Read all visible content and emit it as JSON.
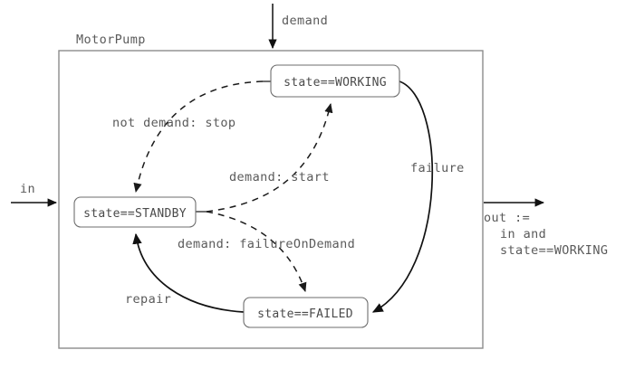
{
  "diagram": {
    "type": "state-machine",
    "title": "MotorPump",
    "container_label": "MotorPump",
    "colors": {
      "background": "#ffffff",
      "frame_stroke": "#8c8c8c",
      "state_stroke": "#6e6e6e",
      "text": "#5a5a5a",
      "solid_edge": "#111111",
      "dashed_edge": "#1a1a1a"
    },
    "states": [
      {
        "id": "working",
        "label": "state==WORKING"
      },
      {
        "id": "standby",
        "label": "state==STANDBY"
      },
      {
        "id": "failed",
        "label": "state==FAILED"
      }
    ],
    "transitions": [
      {
        "id": "stop",
        "from": "working",
        "to": "standby",
        "label": "not demand: stop",
        "style": "dashed"
      },
      {
        "id": "start",
        "from": "standby",
        "to": "working",
        "label": "demand: start",
        "style": "dashed"
      },
      {
        "id": "failure_on_demand",
        "from": "standby",
        "to": "failed",
        "label": "demand: failureOnDemand",
        "style": "dashed"
      },
      {
        "id": "failure",
        "from": "working",
        "to": "failed",
        "label": "failure",
        "style": "solid"
      },
      {
        "id": "repair",
        "from": "failed",
        "to": "standby",
        "label": "repair",
        "style": "solid"
      }
    ],
    "ports": {
      "demand_input": "demand",
      "in_input": "in",
      "out_output_line1": "out :=",
      "out_output_line2": "in and",
      "out_output_line3": "state==WORKING"
    }
  }
}
